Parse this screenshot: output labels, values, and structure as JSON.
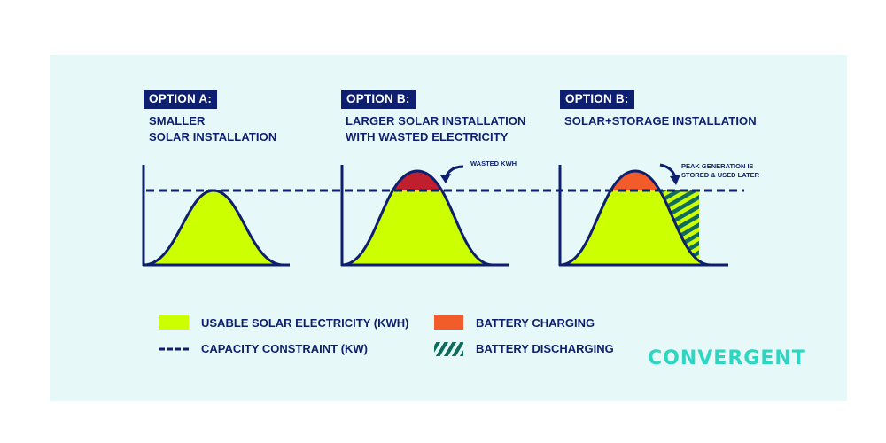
{
  "colors": {
    "navy": "#0d1f6e",
    "usable": "#ccff00",
    "wasted": "#c0202e",
    "charging": "#f25c2a",
    "discharging_stripe": "#0e6b5e",
    "background_panel": "#e6f9f8",
    "brand": "#2dd6c3"
  },
  "options": [
    {
      "badge": "OPTION A:",
      "desc_line1": "SMALLER",
      "desc_line2": "SOLAR INSTALLATION"
    },
    {
      "badge": "OPTION B:",
      "desc_line1": "LARGER SOLAR INSTALLATION",
      "desc_line2": "WITH WASTED ELECTRICITY",
      "annotation": "WASTED KWH"
    },
    {
      "badge": "OPTION B:",
      "desc_line1": "SOLAR+STORAGE INSTALLATION",
      "annotation_line1": "PEAK GENERATION IS",
      "annotation_line2": "STORED & USED LATER"
    }
  ],
  "legend": {
    "usable": "USABLE SOLAR ELECTRICITY (KWH)",
    "capacity": "CAPACITY CONSTRAINT (KW)",
    "charging": "BATTERY CHARGING",
    "discharging": "BATTERY DISCHARGING"
  },
  "brand": {
    "name": "CONVERGENT"
  },
  "chart_data": [
    {
      "type": "area",
      "title": "OPTION A: SMALLER SOLAR INSTALLATION",
      "curve": "bell",
      "peak_relative_to_capacity": 1.0,
      "regions": [
        "usable"
      ]
    },
    {
      "type": "area",
      "title": "OPTION B: LARGER SOLAR INSTALLATION WITH WASTED ELECTRICITY",
      "curve": "bell",
      "peak_relative_to_capacity": 1.3,
      "regions": [
        "usable",
        "wasted"
      ]
    },
    {
      "type": "area",
      "title": "OPTION B: SOLAR+STORAGE INSTALLATION",
      "curve": "bell",
      "peak_relative_to_capacity": 1.3,
      "regions": [
        "usable",
        "battery-charging",
        "battery-discharging"
      ]
    }
  ]
}
